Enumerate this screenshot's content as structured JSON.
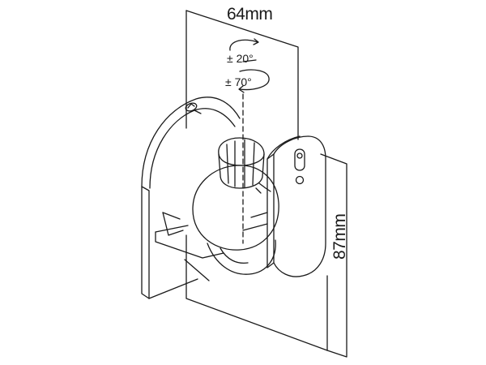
{
  "dimensions": {
    "width_label": "64mm",
    "height_label": "87mm"
  },
  "adjustments": {
    "tilt_label": "± 20°",
    "swivel_label": "± 70°"
  },
  "colors": {
    "line": "#1a1a1a",
    "background": "#ffffff"
  },
  "icons": [
    "tilt-rotation-arrow-icon",
    "swivel-rotation-arrow-icon",
    "mount-screw-hole-icon"
  ]
}
